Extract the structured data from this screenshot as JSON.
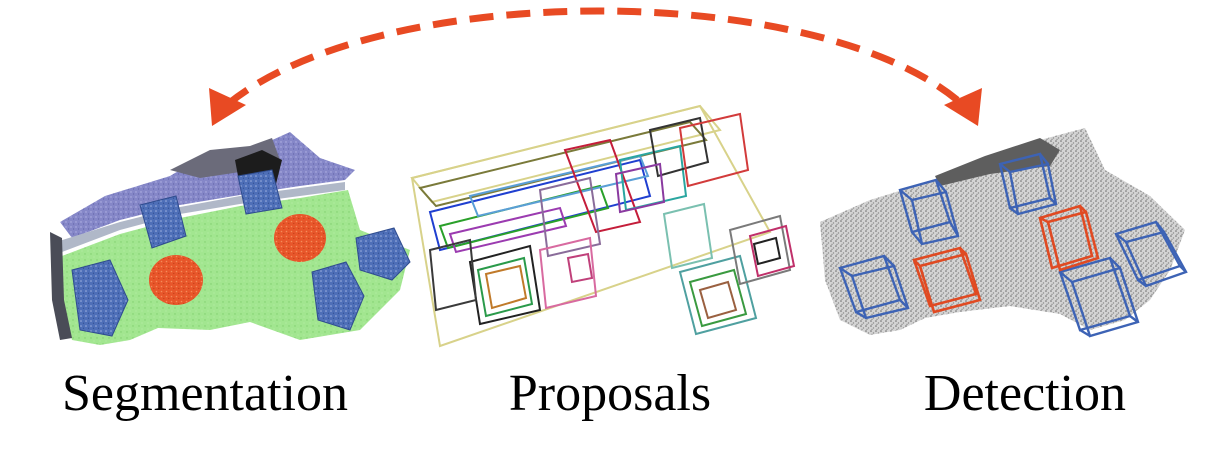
{
  "labels": {
    "segmentation": "Segmentation",
    "proposals": "Proposals",
    "detection": "Detection"
  },
  "colors": {
    "arrow": "#e84a23",
    "floor_segment": "#9be08a",
    "chair_segment": "#4a6fb8",
    "table_segment": "#e85a2a",
    "wall_segment": "#7f82c4",
    "detection_box_chair": "#3d63b5",
    "detection_box_table": "#e04a22",
    "point_cloud_gray": "#8a8a8a"
  },
  "icons": {
    "arrow": "double-headed-dashed-arc-arrow"
  }
}
